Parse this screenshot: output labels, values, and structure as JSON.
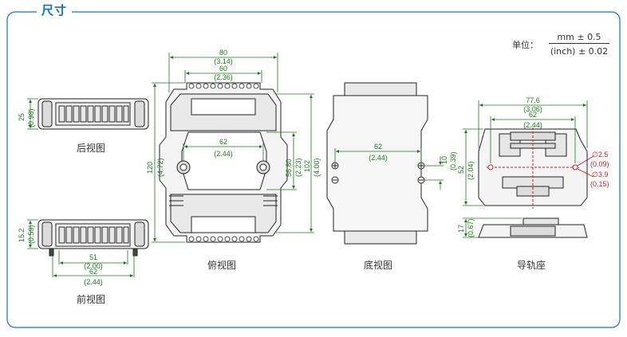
{
  "title": "尺寸",
  "unit": {
    "label": "单位：",
    "numerator": "mm ± 0.5",
    "denominator": "(inch) ± 0.02"
  },
  "views": {
    "rear": "后视图",
    "front": "前视图",
    "top": "俯视图",
    "bottom": "底视图",
    "rail": "导轨座"
  },
  "dims": {
    "rear_h": "25",
    "rear_h_in": "(0.98)",
    "front_h": "15.2",
    "front_h_in": "(0.59)",
    "front_w1": "51",
    "front_w1_in": "(2.00)",
    "front_w2": "62",
    "front_w2_in": "(2.44)",
    "top_w80": "80",
    "top_w80_in": "(3.14)",
    "top_w60": "60",
    "top_w60_in": "(2.36)",
    "top_w62": "62",
    "top_w62_in": "(2.44)",
    "top_h120": "120",
    "top_h120_in": "(4.72)",
    "top_h56": "56.80",
    "top_h56_in": "(2.23)",
    "top_h102": "102",
    "top_h102_in": "(4.00)",
    "bot_w62": "62",
    "bot_w62_in": "(2.44)",
    "bot_h10": "10",
    "bot_h10_in": "(0.39)",
    "rail_w77": "77.6",
    "rail_w77_in": "(3.06)",
    "rail_w62": "62",
    "rail_w62_in": "(2.44)",
    "rail_h52": "52",
    "rail_h52_in": "(2.04)",
    "rail_d25": "∅2.5",
    "rail_d25_in": "(0.09)",
    "rail_d39": "∅3.9",
    "rail_d39_in": "(0.15)",
    "rail_h17": "17",
    "rail_h17_in": "(0.67)"
  },
  "colors": {
    "frame": "#1570c4",
    "dimension": "#1a7a1a",
    "hole_dimension": "#c02020",
    "outline": "#222222"
  }
}
